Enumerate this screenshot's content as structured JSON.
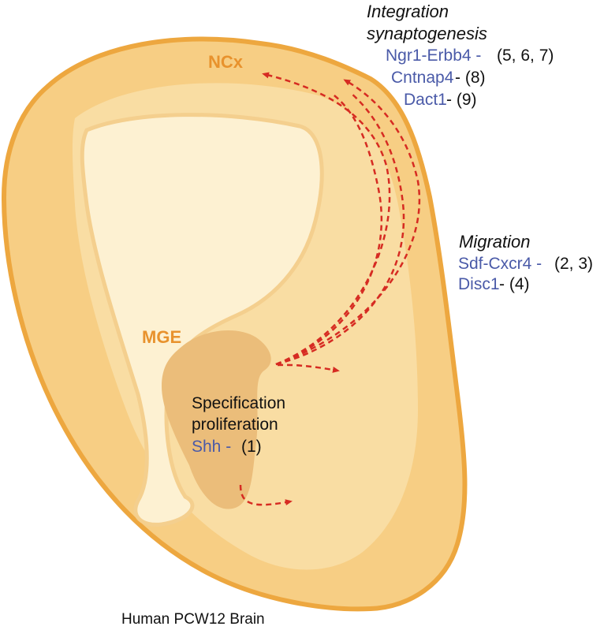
{
  "colors": {
    "brain_outer": "#f7ce84",
    "brain_outline": "#eda73f",
    "cortex_band": "#f9dda3",
    "ventricle": "#fdf1d2",
    "ventricle_edge": "#f4cf8e",
    "mge": "#ebbd7a",
    "arrow": "#d62b22",
    "gene_blue": "#4a5aa8",
    "region_orange": "#e8922d"
  },
  "regions": {
    "ncx": "NCx",
    "mge": "MGE"
  },
  "integration": {
    "heading_1": "Integration",
    "heading_2": "synaptogenesis",
    "genes": [
      {
        "name": "Ngr1-Erbb4 -",
        "refs": "(5, 6, 7)"
      },
      {
        "name": "Cntnap4",
        "refs": "- (8)"
      },
      {
        "name": "Dact1",
        "refs": "- (9)"
      }
    ]
  },
  "migration": {
    "heading": "Migration",
    "genes": [
      {
        "name": "Sdf-Cxcr4 -",
        "refs": "(2, 3)"
      },
      {
        "name": "Disc1",
        "refs": "- (4)"
      }
    ]
  },
  "specification": {
    "line_1": "Specification",
    "line_2": "proliferation",
    "gene": "Shh -",
    "refs": "(1)"
  },
  "caption": "Human PCW12 Brain"
}
